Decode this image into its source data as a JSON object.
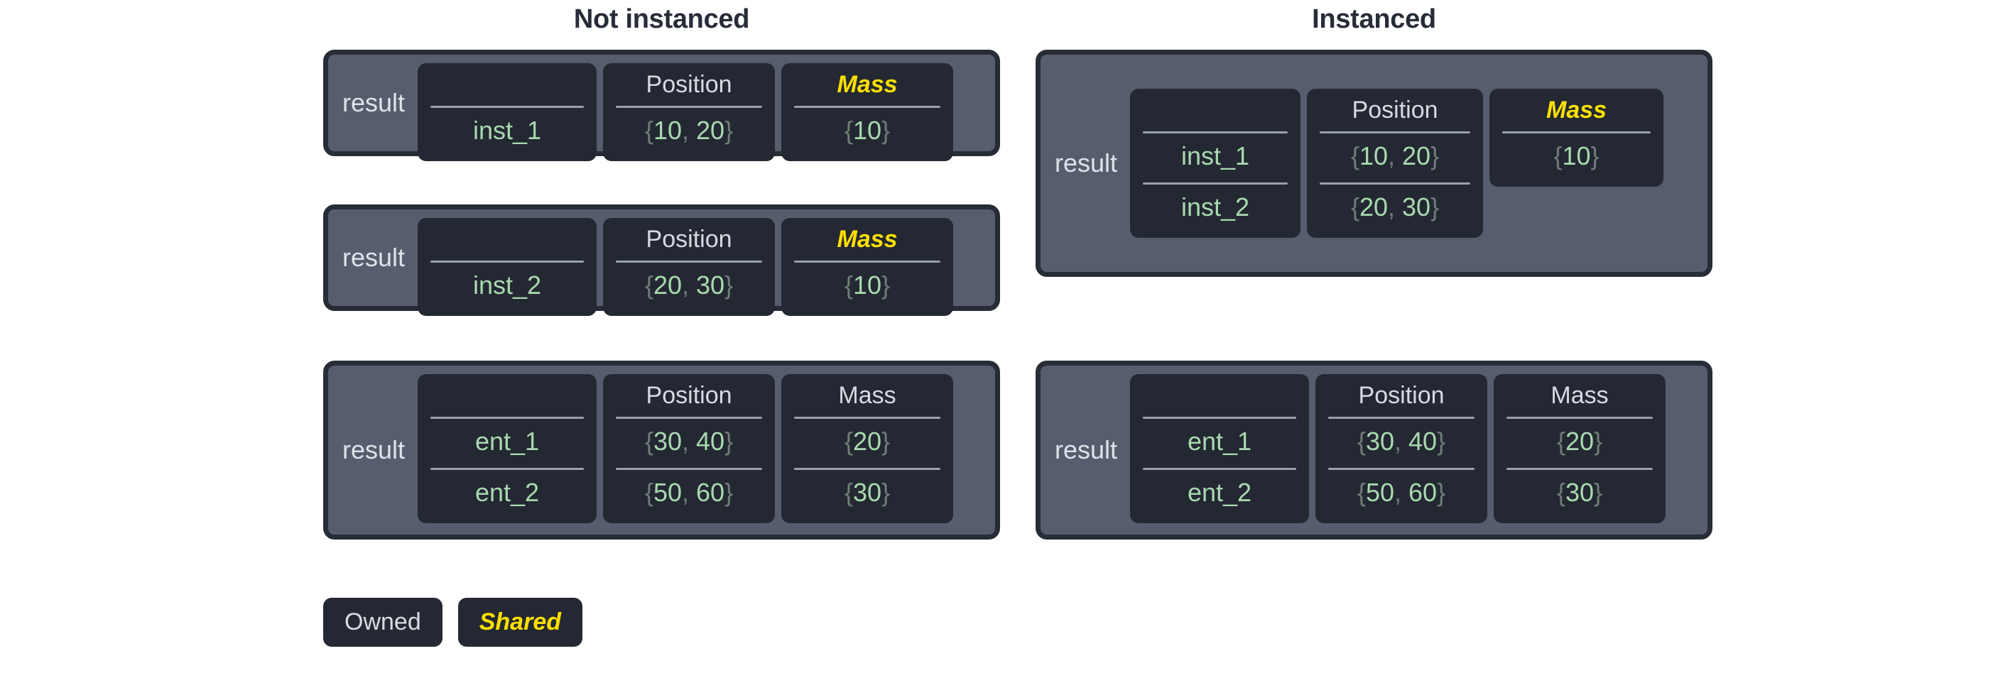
{
  "titles": {
    "left": "Not instanced",
    "right": "Instanced"
  },
  "labels": {
    "result": "result",
    "position": "Position",
    "mass": "Mass",
    "blank": ""
  },
  "legend": {
    "owned": "Owned",
    "shared": "Shared"
  },
  "colors": {
    "page_bg": "#ffffff",
    "panel_bg": "#565d6d",
    "panel_border": "#272c36",
    "cell_bg": "#242832",
    "value_green": "#a9d9b0",
    "brace_gray": "#6e7d77",
    "header_white": "#d5dae3",
    "shared_yellow": "#ffe000",
    "rule_gray": "#9aa1ad",
    "title_navy": "#272c38"
  },
  "panels": {
    "not_instanced": [
      {
        "owner": "result",
        "columns": [
          {
            "header": "",
            "shared": false,
            "cells": [
              "inst_1"
            ]
          },
          {
            "header": "Position",
            "shared": false,
            "cells": [
              "{10, 20}"
            ]
          },
          {
            "header": "Mass",
            "shared": true,
            "cells": [
              "{10}"
            ]
          }
        ]
      },
      {
        "owner": "result",
        "columns": [
          {
            "header": "",
            "shared": false,
            "cells": [
              "inst_2"
            ]
          },
          {
            "header": "Position",
            "shared": false,
            "cells": [
              "{20, 30}"
            ]
          },
          {
            "header": "Mass",
            "shared": true,
            "cells": [
              "{10}"
            ]
          }
        ]
      },
      {
        "owner": "result",
        "columns": [
          {
            "header": "",
            "shared": false,
            "cells": [
              "ent_1",
              "ent_2"
            ]
          },
          {
            "header": "Position",
            "shared": false,
            "cells": [
              "{30, 40}",
              "{50, 60}"
            ]
          },
          {
            "header": "Mass",
            "shared": false,
            "cells": [
              "{20}",
              "{30}"
            ]
          }
        ]
      }
    ],
    "instanced": [
      {
        "owner": "result",
        "columns": [
          {
            "header": "",
            "shared": false,
            "cells": [
              "inst_1",
              "inst_2"
            ]
          },
          {
            "header": "Position",
            "shared": false,
            "cells": [
              "{10, 20}",
              "{20, 30}"
            ]
          },
          {
            "header": "Mass",
            "shared": true,
            "cells": [
              "{10}"
            ]
          }
        ]
      },
      {
        "owner": "result",
        "columns": [
          {
            "header": "",
            "shared": false,
            "cells": [
              "ent_1",
              "ent_2"
            ]
          },
          {
            "header": "Position",
            "shared": false,
            "cells": [
              "{30, 40}",
              "{50, 60}"
            ]
          },
          {
            "header": "Mass",
            "shared": false,
            "cells": [
              "{20}",
              "{30}"
            ]
          }
        ]
      }
    ]
  }
}
